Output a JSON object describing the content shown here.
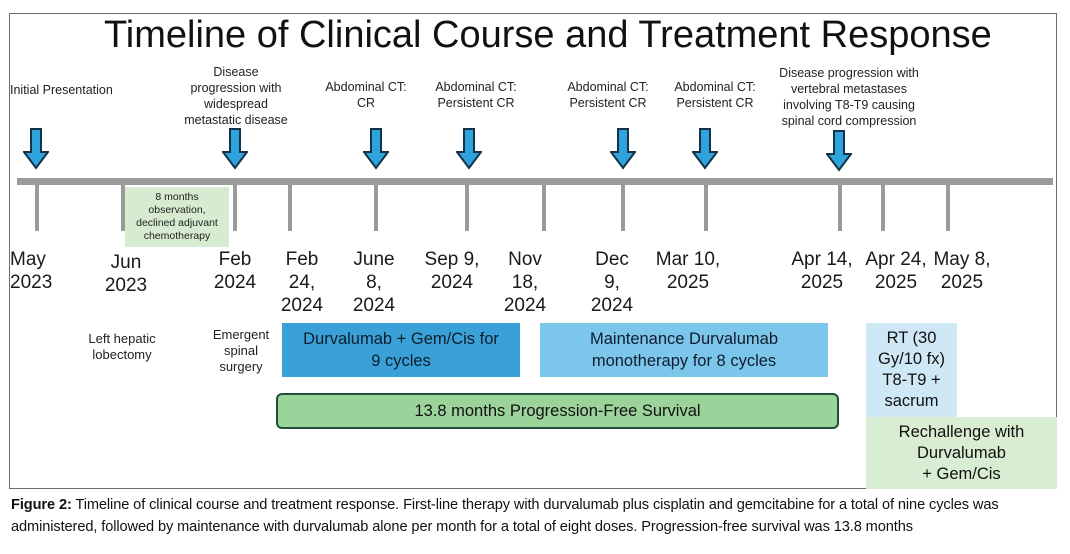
{
  "title": "Timeline of Clinical Course and Treatment Response",
  "events": [
    {
      "label": "Initial Presentation"
    },
    {
      "label": "Disease\nprogression with\nwidespread\nmetastatic disease"
    },
    {
      "label": "Abdominal CT:\nCR"
    },
    {
      "label": "Abdominal CT:\nPersistent CR"
    },
    {
      "label": "Abdominal CT:\nPersistent CR"
    },
    {
      "label": "Abdominal CT:\nPersistent CR"
    },
    {
      "label": "Disease progression with\nvertebral metastases\ninvolving T8-T9 causing\nspinal cord compression"
    }
  ],
  "arrow_icon": "down-arrow-icon",
  "arrow_color": "#2fa3dc",
  "dates": [
    "May\n2023",
    "Jun\n2023",
    "Feb\n2024",
    "Feb\n24,\n2024",
    "June\n8,\n2024",
    "Sep 9,\n2024",
    "Nov\n18,\n2024",
    "Dec\n9,\n2024",
    "Mar 10,\n2025",
    "Apr 14,\n2025",
    "Apr 24,\n2025",
    "May 8,\n2025"
  ],
  "observation_note": "8 months\nobservation,\ndeclined adjuvant\nchemotherapy",
  "below_notes": {
    "lobectomy": "Left hepatic\nlobectomy",
    "surgery": "Emergent\nspinal\nsurgery"
  },
  "boxes": {
    "durv_gem": "Durvalumab + Gem/Cis for\n9 cycles",
    "maintenance": "Maintenance Durvalumab\nmonotherapy for 8 cycles",
    "pfs": "13.8 months Progression-Free Survival",
    "rt": "RT (30\nGy/10 fx)\nT8-T9 +\nsacrum",
    "rechallenge": "Rechallenge with\nDurvalumab\n+ Gem/Cis"
  },
  "colors": {
    "durv_gem": "#3aa0d8",
    "maintenance": "#7cc6ec",
    "pfs": "#9bd39b",
    "rt": "#cfe8f6",
    "rechallenge": "#d9edd2",
    "axis": "#9a9a9a"
  },
  "caption": {
    "label": "Figure 2:",
    "text": " Timeline of clinical course and treatment response. First-line therapy with durvalumab plus cisplatin and gemcitabine for a total of nine cycles was administered, followed by maintenance with durvalumab alone per month for a total of eight doses. Progression-free survival was 13.8 months"
  }
}
